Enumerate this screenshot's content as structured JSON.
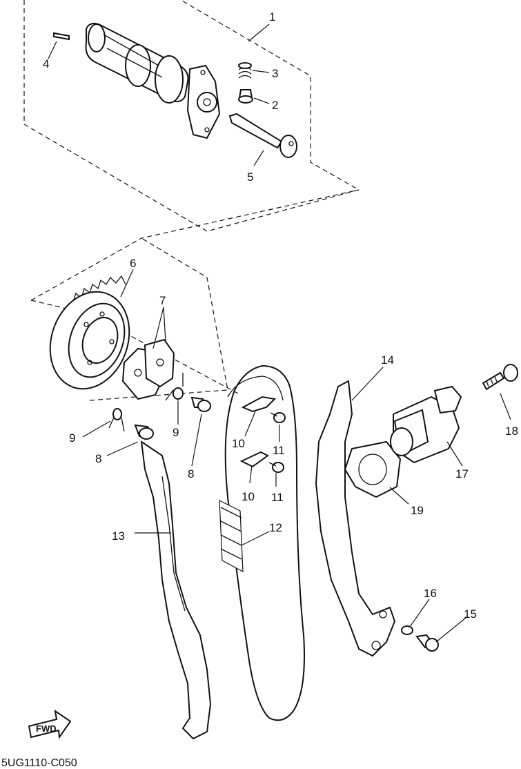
{
  "diagram": {
    "code": "5UG1110-C050",
    "fwd_label": "FWD",
    "callouts": [
      {
        "key": "c1",
        "label": "1"
      },
      {
        "key": "c2",
        "label": "2"
      },
      {
        "key": "c3",
        "label": "3"
      },
      {
        "key": "c4",
        "label": "4"
      },
      {
        "key": "c5",
        "label": "5"
      },
      {
        "key": "c6",
        "label": "6"
      },
      {
        "key": "c7",
        "label": "7"
      },
      {
        "key": "c8a",
        "label": "8"
      },
      {
        "key": "c8b",
        "label": "8"
      },
      {
        "key": "c9a",
        "label": "9"
      },
      {
        "key": "c9b",
        "label": "9"
      },
      {
        "key": "c10a",
        "label": "10"
      },
      {
        "key": "c10b",
        "label": "10"
      },
      {
        "key": "c11a",
        "label": "11"
      },
      {
        "key": "c11b",
        "label": "11"
      },
      {
        "key": "c12",
        "label": "12"
      },
      {
        "key": "c13",
        "label": "13"
      },
      {
        "key": "c14",
        "label": "14"
      },
      {
        "key": "c15",
        "label": "15"
      },
      {
        "key": "c16",
        "label": "16"
      },
      {
        "key": "c17",
        "label": "17"
      },
      {
        "key": "c18",
        "label": "18"
      },
      {
        "key": "c19",
        "label": "19"
      }
    ]
  }
}
